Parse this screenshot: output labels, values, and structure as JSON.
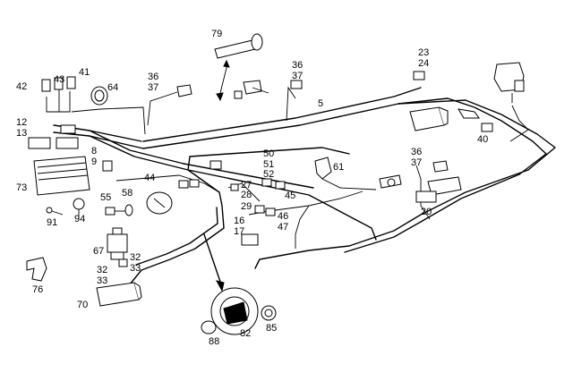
{
  "labels": {
    "l79": "79",
    "l42": "42",
    "l43": "43",
    "l41": "41",
    "l64": "64",
    "l36a": "36",
    "l37a": "37",
    "l36b": "36",
    "l37b": "37",
    "l23": "23",
    "l24": "24",
    "l5": "5",
    "l12": "12",
    "l13": "13",
    "l8": "8",
    "l9": "9",
    "l73": "73",
    "l40": "40",
    "l50": "50",
    "l51": "51",
    "l52": "52",
    "l61": "61",
    "l36c": "36",
    "l37c": "37",
    "l44": "44",
    "l27": "27",
    "l28": "28",
    "l45": "45",
    "l29": "29",
    "l46": "46",
    "l16": "16",
    "l17": "17",
    "l47": "47",
    "l20": "20",
    "l55": "55",
    "l58": "58",
    "l91": "91",
    "l94": "94",
    "l67": "67",
    "l32a": "32",
    "l33a": "33",
    "l32b": "32",
    "l33b": "33",
    "l76": "76",
    "l70": "70",
    "l88": "88",
    "l82": "82",
    "l85": "85"
  }
}
